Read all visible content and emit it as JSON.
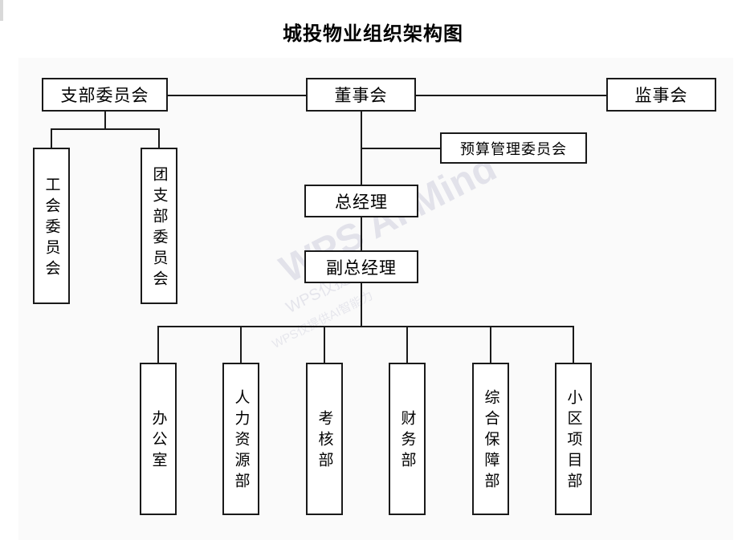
{
  "title": "城投物业组织架构图",
  "watermark": {
    "big": "WPS AI Mind",
    "small": "WPS仅提供AI",
    "tiny": "WPS仅提供AI智能力"
  },
  "nodes": {
    "party_branch_committee": "支部委员会",
    "board_of_directors": "董事会",
    "board_of_supervisors": "监事会",
    "budget_management_committee": "预算管理委员会",
    "general_manager": "总经理",
    "deputy_general_manager": "副总经理",
    "labor_union_committee": "工会委员会",
    "youth_league_branch_committee": "团支部委员会"
  },
  "departments": [
    {
      "id": "office",
      "label": "办公室"
    },
    {
      "id": "human-resources",
      "label": "人力资源部"
    },
    {
      "id": "assessment",
      "label": "考核部"
    },
    {
      "id": "finance",
      "label": "财务部"
    },
    {
      "id": "comprehensive-support",
      "label": "综合保障部"
    },
    {
      "id": "community-project",
      "label": "小区项目部"
    }
  ],
  "colors": {
    "border": "#1a1a1a",
    "node_fill": "#ffffff",
    "panel": "#fafafa",
    "page": "#ffffff",
    "text": "#000000",
    "watermark": "#cfd0dd"
  }
}
